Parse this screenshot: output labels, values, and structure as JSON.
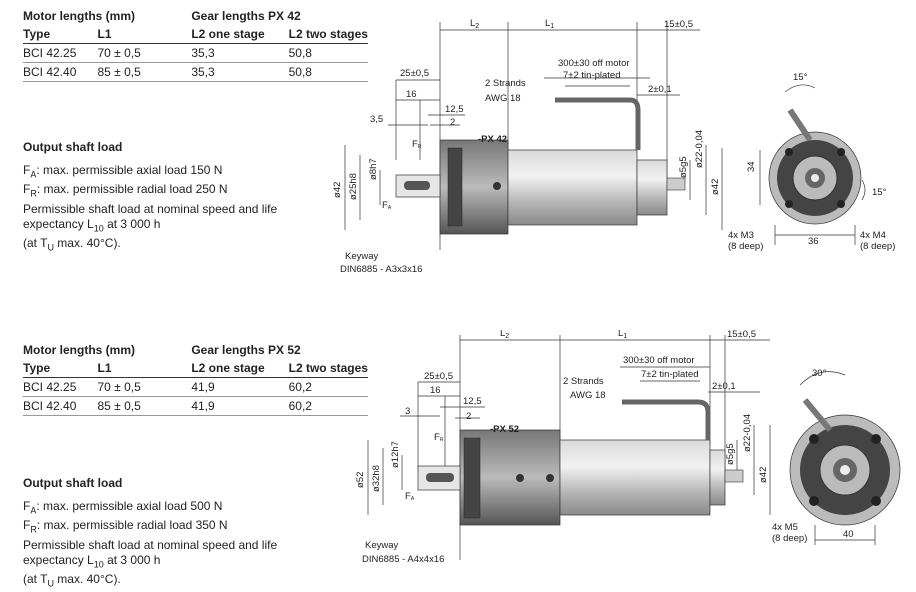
{
  "sections": [
    {
      "table": {
        "head1": [
          "Motor lengths (mm)",
          "Gear lengths PX 42"
        ],
        "head2": [
          "Type",
          "L1",
          "L2 one stage",
          "L2 two stages"
        ],
        "rows": [
          [
            "BCI 42.25",
            "70 ± 0,5",
            "35,3",
            "50,8"
          ],
          [
            "BCI 42.40",
            "85 ± 0,5",
            "35,3",
            "50,8"
          ]
        ]
      },
      "load": {
        "title": "Output shaft load",
        "fa_sym": "F",
        "fa_sub": "A",
        "fa_text": ": max. permissible axial load 150 N",
        "fr_sym": "F",
        "fr_sub": "R",
        "fr_text": ": max. permissible radial load 250 N",
        "line3": "Permissible shaft load at nominal speed and life",
        "line4_pre": "expectancy L",
        "line4_sub": "10",
        "line4_post": " at 3 000 h",
        "line5_pre": "(at T",
        "line5_sub": "U",
        "line5_post": " max. 40°C)."
      },
      "drawing": {
        "gear_label": "-PX 42",
        "dim_L2": "L",
        "dim_L2_sub": "2",
        "dim_L1": "L",
        "dim_L1_sub": "1",
        "dim_15": "15±0,5",
        "dim_300": "300±30 off motor",
        "dim_7": "7±2 tin-plated",
        "strands": "2 Strands",
        "awg": "AWG 18",
        "dim_25": "25±0,5",
        "dim_16": "16",
        "dim_125": "12,5",
        "dim_35": "3,5",
        "dim_2a": "2",
        "dim_2b": "2±0,1",
        "dim_d42": "ø42",
        "dim_d25": "ø25h8",
        "dim_d8": "ø8h7",
        "dim_d5": "ø5g5",
        "dim_d22": "ø22-0,04",
        "dim_d42b": "ø42",
        "keyway": "Keyway",
        "din": "DIN6885 -  A3x3x16",
        "angle1": "15°",
        "angle2": "15°",
        "dim_34": "34",
        "dim_36": "36",
        "m3": "4x M3",
        "m3d": "(8 deep)",
        "m4": "4x M4",
        "m4d": "(8 deep)",
        "fr": "F",
        "fr_sub": "R",
        "fa": "F",
        "fa_sub": "A"
      }
    },
    {
      "table": {
        "head1": [
          "Motor lengths (mm)",
          "Gear lengths PX 52"
        ],
        "head2": [
          "Type",
          "L1",
          "L2 one stage",
          "L2 two stages"
        ],
        "rows": [
          [
            "BCI 42.25",
            "70 ± 0,5",
            "41,9",
            "60,2"
          ],
          [
            "BCI 42.40",
            "85 ± 0,5",
            "41,9",
            "60,2"
          ]
        ]
      },
      "load": {
        "title": "Output shaft load",
        "fa_sym": "F",
        "fa_sub": "A",
        "fa_text": ": max. permissible axial load 500 N",
        "fr_sym": "F",
        "fr_sub": "R",
        "fr_text": ": max. permissible radial load 350 N",
        "line3": "Permissible shaft load at nominal speed and life",
        "line4_pre": "expectancy L",
        "line4_sub": "10",
        "line4_post": " at 3 000 h",
        "line5_pre": "(at T",
        "line5_sub": "U",
        "line5_post": " max. 40°C)."
      },
      "drawing": {
        "gear_label": "-PX 52",
        "dim_L2": "L",
        "dim_L2_sub": "2",
        "dim_L1": "L",
        "dim_L1_sub": "1",
        "dim_15": "15±0,5",
        "dim_300": "300±30 off motor",
        "dim_7": "7±2 tin-plated",
        "strands": "2 Strands",
        "awg": "AWG 18",
        "dim_25": "25±0,5",
        "dim_16": "16",
        "dim_125": "12,5",
        "dim_3": "3",
        "dim_2a": "2",
        "dim_2b": "2±0,1",
        "dim_d52": "ø52",
        "dim_d32": "ø32h8",
        "dim_d12": "ø12h7",
        "dim_d5": "ø5g5",
        "dim_d22": "ø22-0,04",
        "dim_d42": "ø42",
        "keyway": "Keyway",
        "din": "DIN6885 - A4x4x16",
        "angle": "30°",
        "dim_40": "40",
        "m5": "4x M5",
        "m5d": "(8 deep)",
        "fr": "F",
        "fr_sub": "R",
        "fa": "F",
        "fa_sub": "A"
      }
    }
  ]
}
